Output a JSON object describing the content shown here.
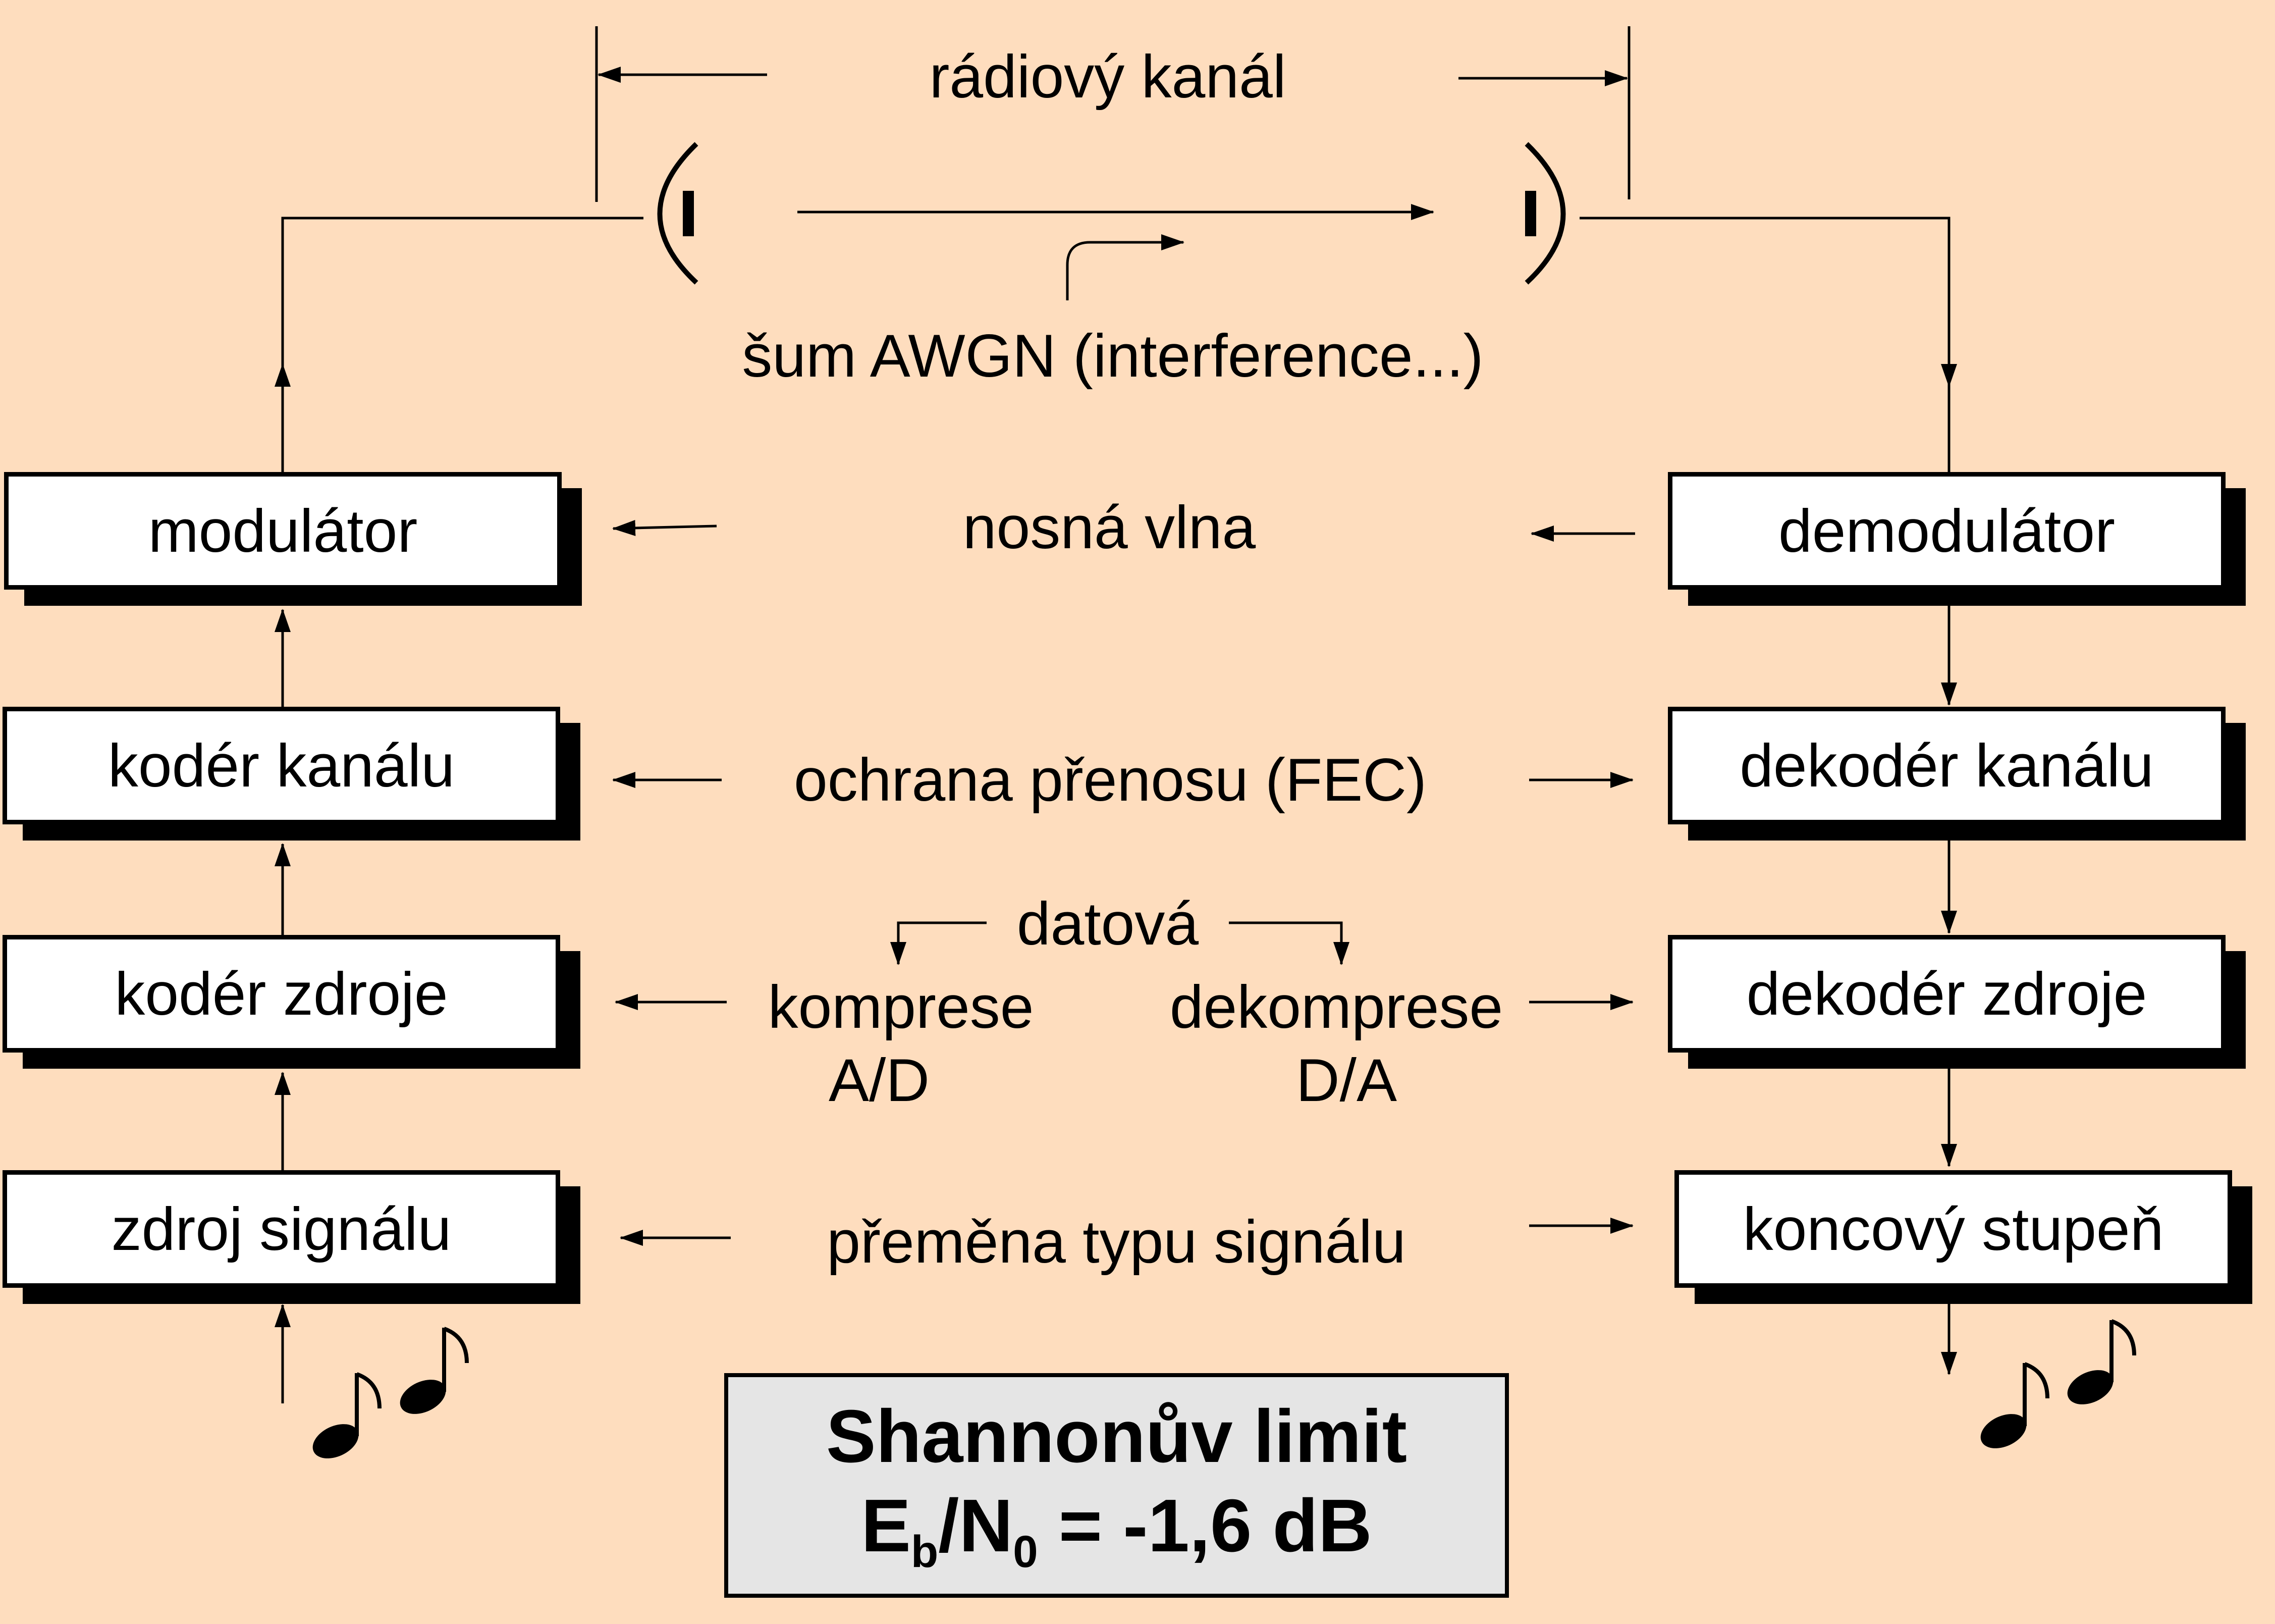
{
  "labels": {
    "radio_channel": "rádiový kanál",
    "noise": "šum AWGN (interference...)",
    "carrier": "nosná vlna",
    "fec": "ochrana přenosu (FEC)",
    "data": "datová",
    "compression": "komprese",
    "ad": "A/D",
    "decompression": "dekomprese",
    "da": "D/A",
    "signal_type": "přeměna typu signálu"
  },
  "tx": {
    "modulator": "modulátor",
    "channel_coder": "kodér kanálu",
    "source_coder": "kodér zdroje",
    "signal_source": "zdroj signálu"
  },
  "rx": {
    "demodulator": "demodulátor",
    "channel_decoder": "dekodér kanálu",
    "source_decoder": "dekodér zdroje",
    "output_stage": "koncový stupeň"
  },
  "limit": {
    "title": "Shannonův limit",
    "eb_E": "E",
    "eb_b": "b",
    "eb_slashN": "/N",
    "eb_0": "0",
    "eb_value": " = -1,6 dB"
  },
  "colors": {
    "background": "#FEDDBE",
    "box_fill": "#FFFFFF",
    "limit_fill": "#E5E5E5",
    "ink": "#000000"
  },
  "icons": [
    "antenna-left-icon",
    "antenna-right-icon",
    "music-note-icon"
  ]
}
